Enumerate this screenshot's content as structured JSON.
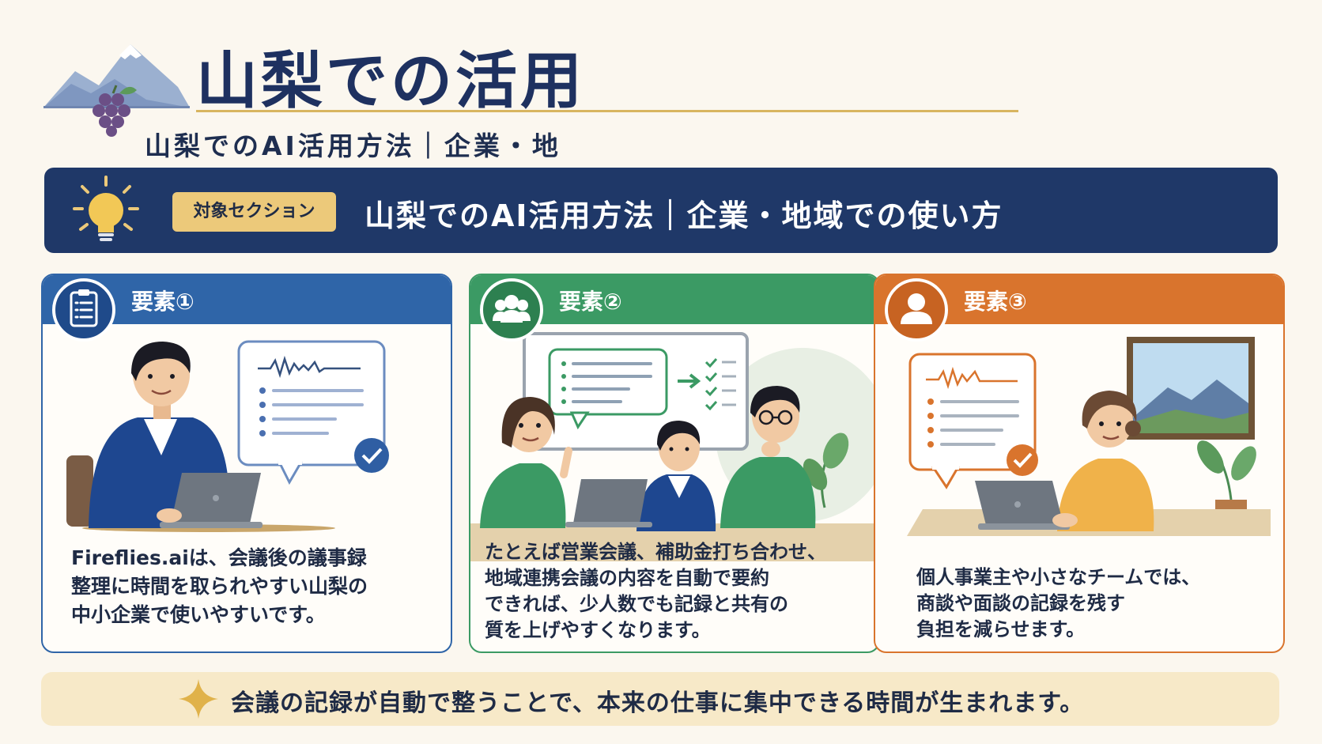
{
  "header": {
    "title": "山梨での活用",
    "subtitle": "山梨でのAI活用方法｜企業・地"
  },
  "banner": {
    "tag": "対象セクション",
    "title": "山梨でのAI活用方法｜企業・地域での使い方"
  },
  "cards": [
    {
      "label": "要素①",
      "icon": "clipboard-icon",
      "text": "Fireflies.aiは、会議後の議事録\n整理に時間を取られやすい山梨の\n中小企業で使いやすいです。",
      "color": "#2f65a8"
    },
    {
      "label": "要素②",
      "icon": "group-icon",
      "text": "たとえば営業会議、補助金打ち合わせ、\n地域連携会議の内容を自動で要約\nできれば、少人数でも記録と共有の\n質を上げやすくなります。",
      "color": "#3b9a64"
    },
    {
      "label": "要素③",
      "icon": "person-icon",
      "text": "個人事業主や小さなチームでは、\n商談や面談の記録を残す\n負担を減らせます。",
      "color": "#d9742d"
    }
  ],
  "footer": {
    "text": "会議の記録が自動で整うことで、本来の仕事に集中できる時間が生まれます。"
  },
  "colors": {
    "navy": "#1f3868",
    "gold": "#ecc97a",
    "background": "#fbf7ef"
  }
}
